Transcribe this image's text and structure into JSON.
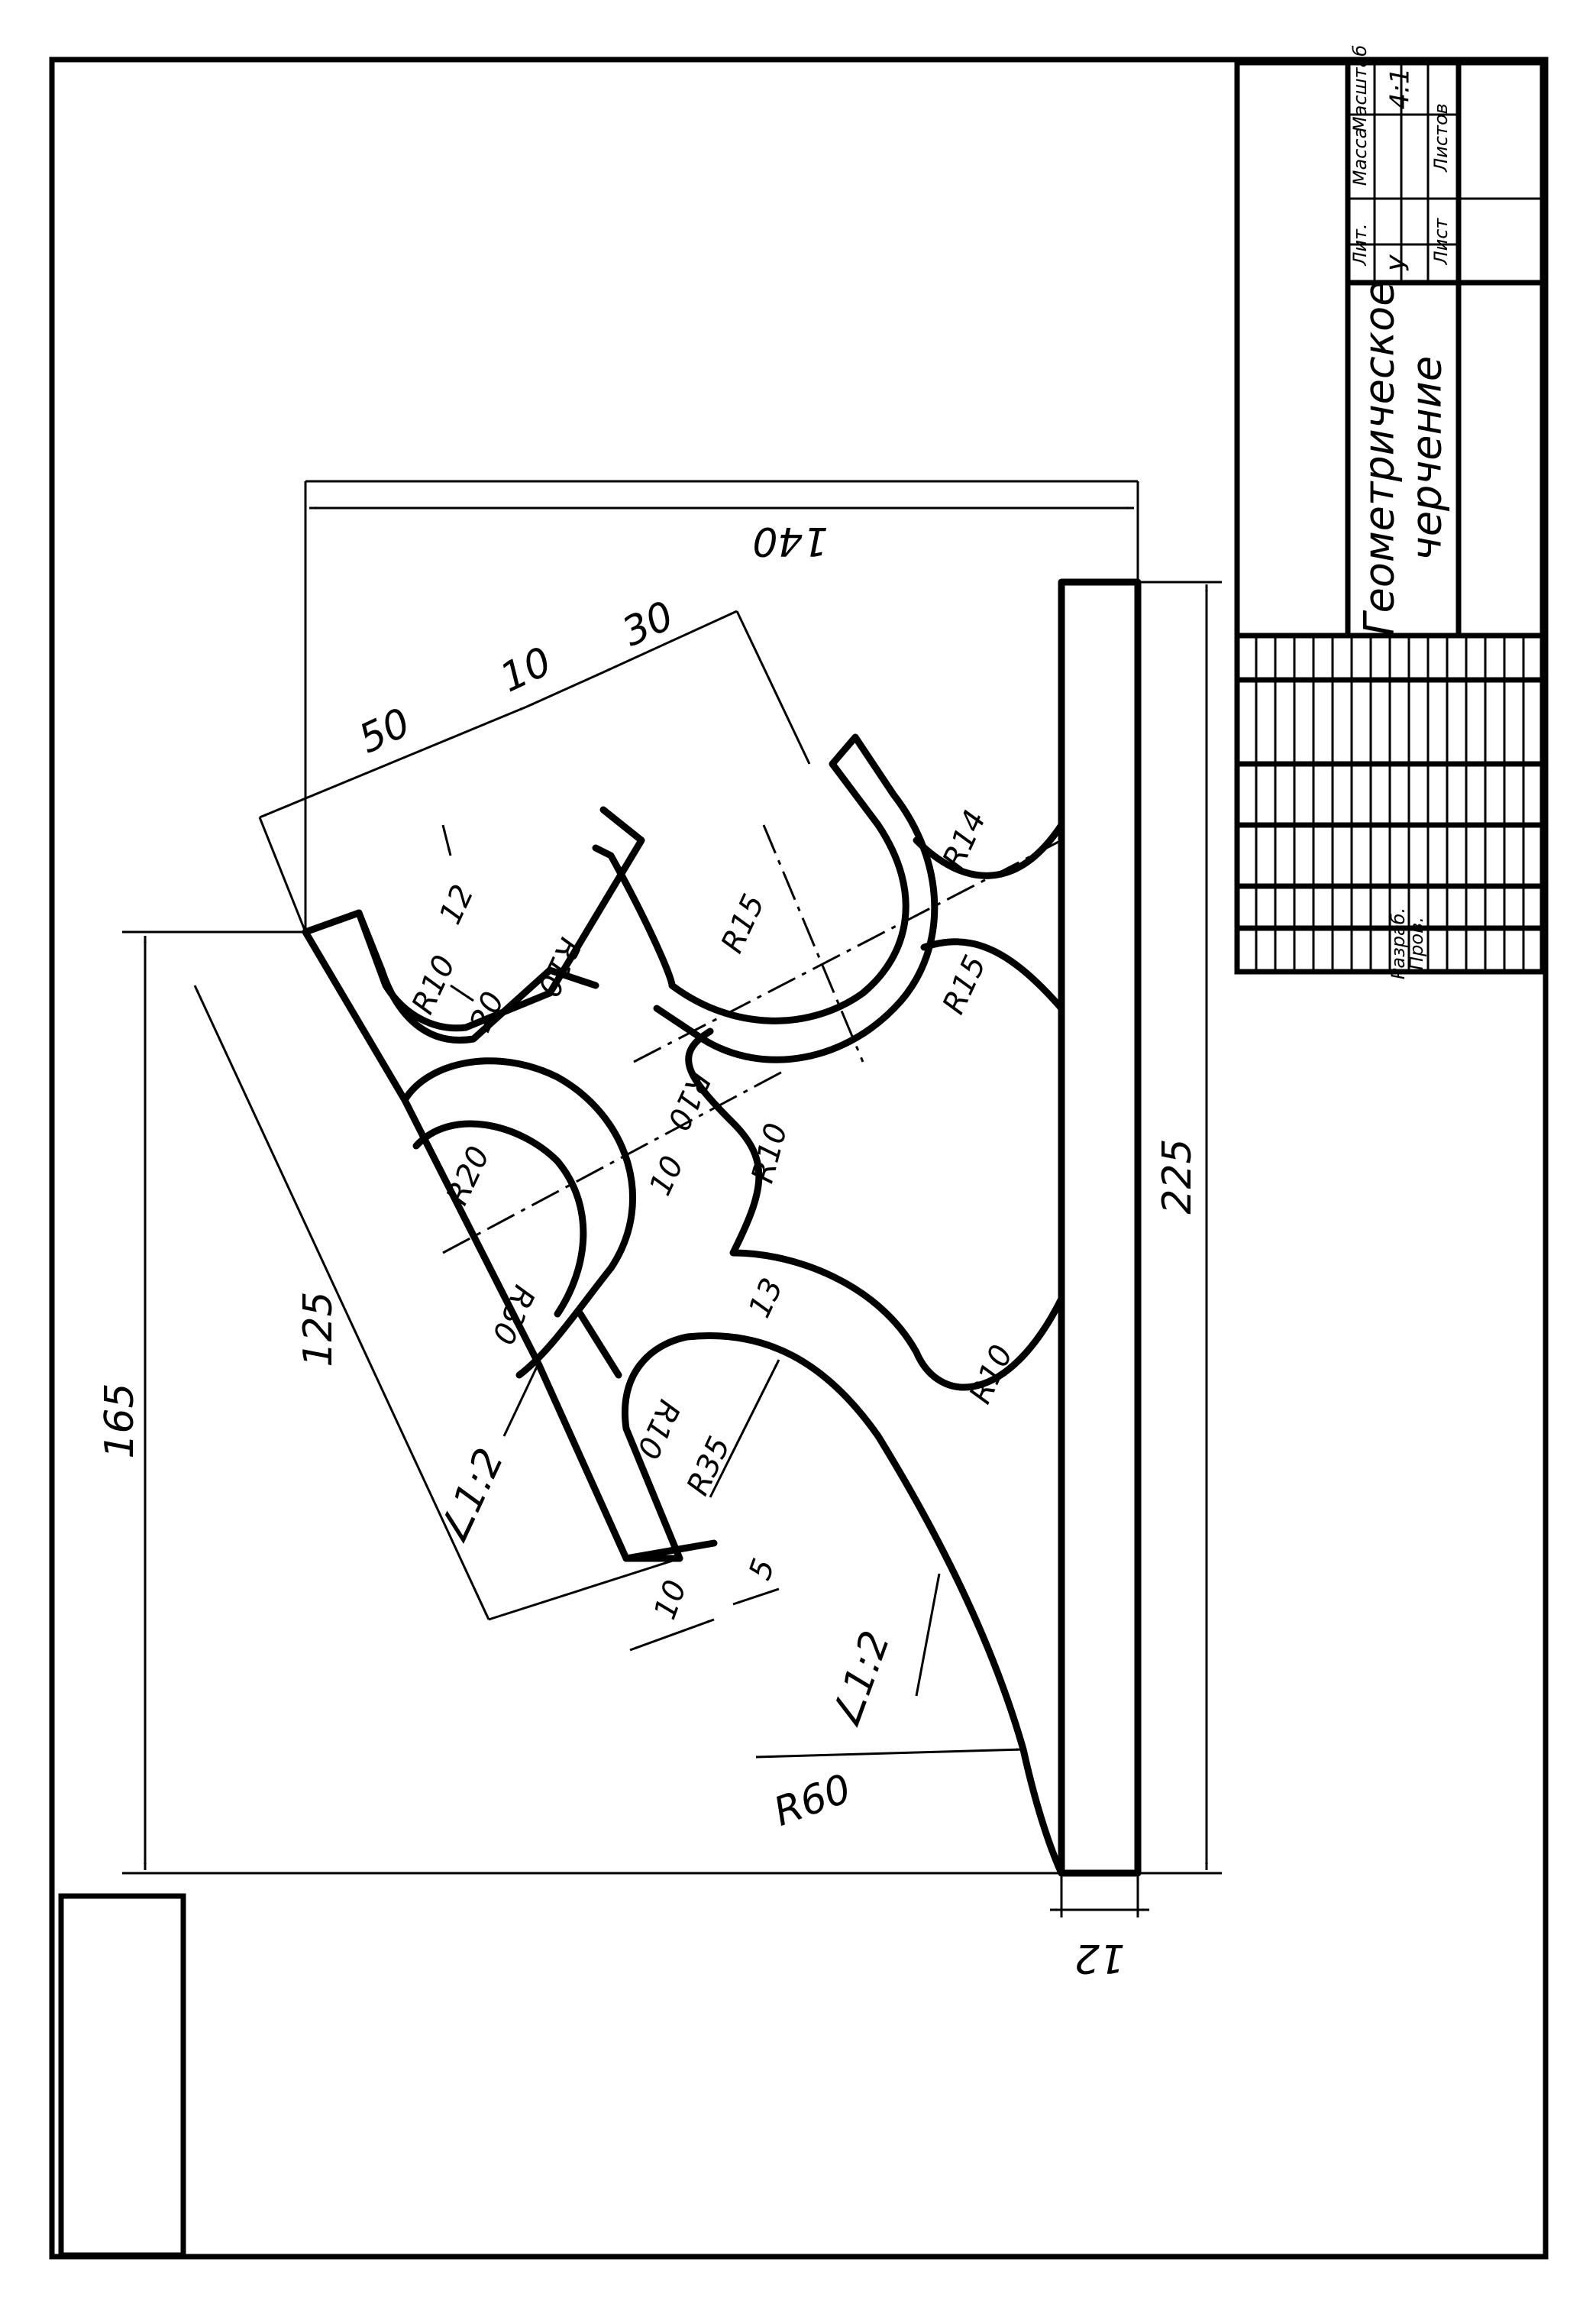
{
  "title_block": {
    "title_line1": "Геометрическое",
    "title_line2": "черчение",
    "scale": "4:1",
    "header_lit": "Лит.",
    "header_mass": "Масса",
    "header_scale": "Масштаб",
    "lit_value": "У",
    "sheet_label": "Лист",
    "sheets_label": "Листов",
    "developer_label": "Разраб.",
    "checker_label": "Пров."
  },
  "dimensions": {
    "overall_width": "140",
    "overall_height": "225",
    "left_height": "165",
    "slope_length": "125",
    "base_thickness": "12",
    "d50": "50",
    "d10_top": "10",
    "d30": "30",
    "d12": "12",
    "d20": "20",
    "d10_mid": "10",
    "d13": "13",
    "d10_bottom": "10",
    "d5": "5",
    "r10_a": "R10",
    "r10_b": "R10",
    "r15_a": "R15",
    "r14": "R14",
    "r15_b": "R15",
    "r10_c": "R10",
    "r10_d": "R10",
    "r20": "R20",
    "r30": "R30",
    "r10_e": "R10",
    "r10_f": "R10",
    "r35": "R35",
    "r60": "R60",
    "taper_1": "∠1:2",
    "taper_2": "∠1:2"
  }
}
